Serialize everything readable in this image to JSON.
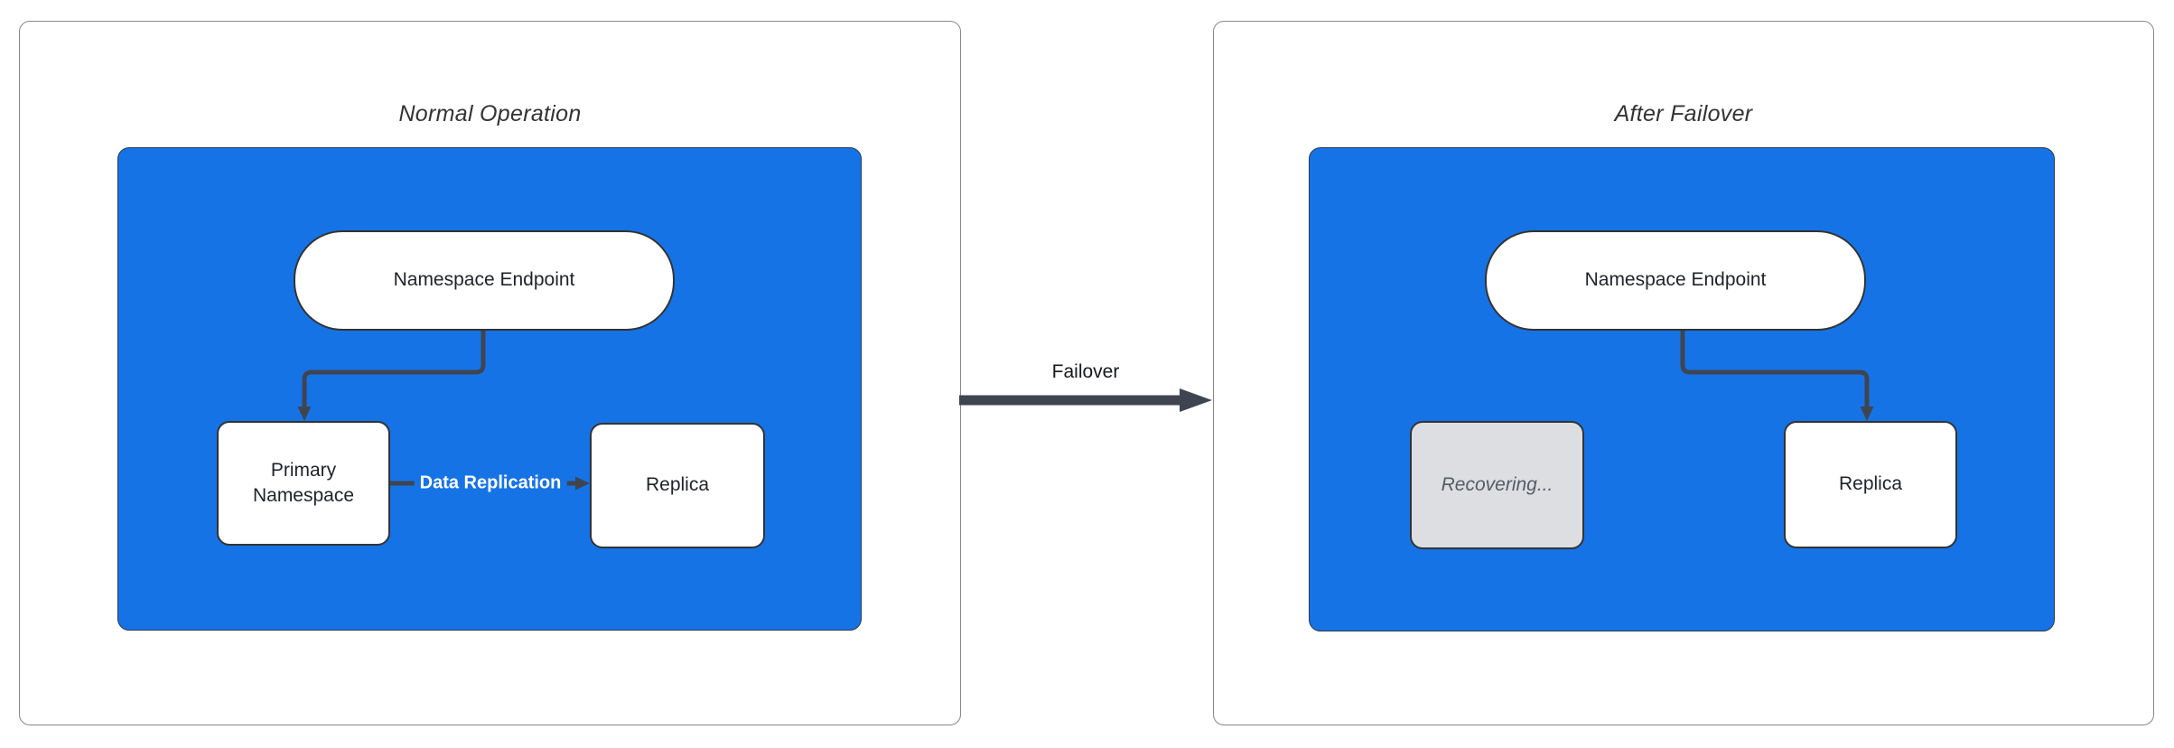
{
  "diagram": {
    "panels": [
      {
        "title": "Normal Operation",
        "nodes": {
          "endpoint": "Namespace Endpoint",
          "primary": "Primary Namespace",
          "replica": "Replica"
        },
        "edges": {
          "replication_label": "Data Replication"
        }
      },
      {
        "title": "After Failover",
        "nodes": {
          "endpoint": "Namespace Endpoint",
          "recovering": "Recovering...",
          "replica": "Replica"
        }
      }
    ],
    "transition": {
      "label": "Failover"
    },
    "colors": {
      "cluster_fill": "#1673e6",
      "node_fill": "#ffffff",
      "node_border": "#333333",
      "disabled_node_fill": "#dddee2",
      "disabled_node_text": "#555c64",
      "edge": "#3f4550",
      "edge_label_text": "#ffffff",
      "panel_border": "#878787",
      "title_text": "#333333"
    }
  }
}
